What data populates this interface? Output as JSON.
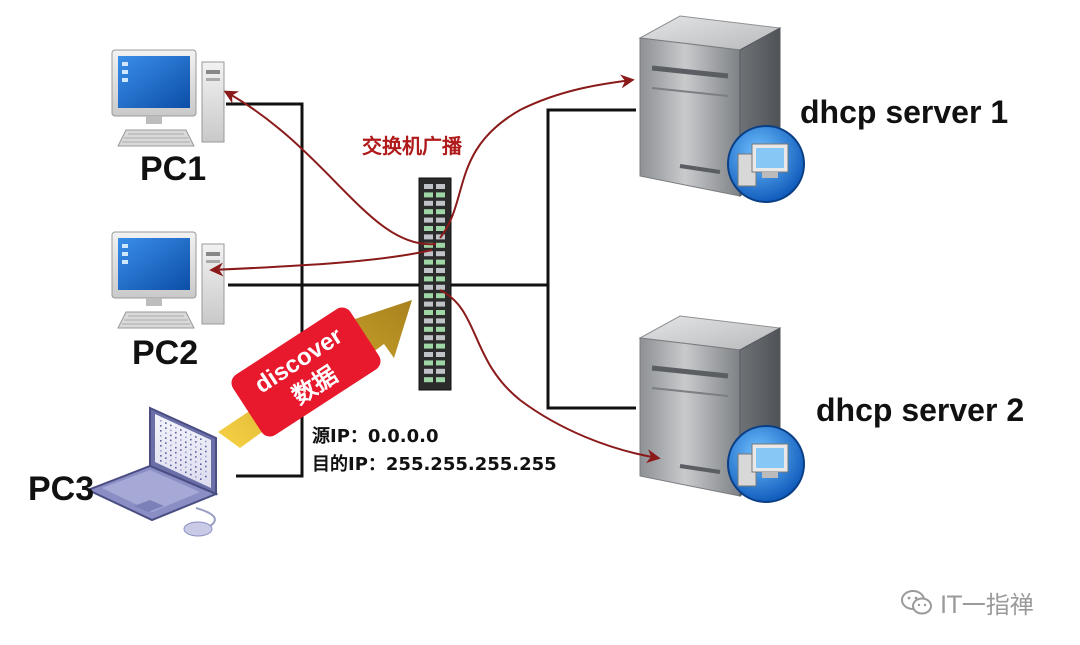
{
  "nodes": {
    "pc1": {
      "label": "PC1"
    },
    "pc2": {
      "label": "PC2"
    },
    "pc3": {
      "label": "PC3"
    },
    "server1": {
      "label": "dhcp server 1"
    },
    "server2": {
      "label": "dhcp server 2"
    }
  },
  "switch": {
    "broadcast_label": "交换机广播"
  },
  "packet": {
    "line1": "discover",
    "line2": "数据",
    "src_ip": "源IP：0.0.0.0",
    "dst_ip": "目的IP：255.255.255.255"
  },
  "watermark": {
    "text": "IT一指禅",
    "icon": "wechat-icon"
  },
  "colors": {
    "broadcast_arrow": "#8b1a1a",
    "packet_box": "#e8192c",
    "packet_arrow": "#d6a000",
    "screen": "#1d6fd1",
    "server_body": "#a9abae",
    "switch_body": "#2b2b2b"
  }
}
